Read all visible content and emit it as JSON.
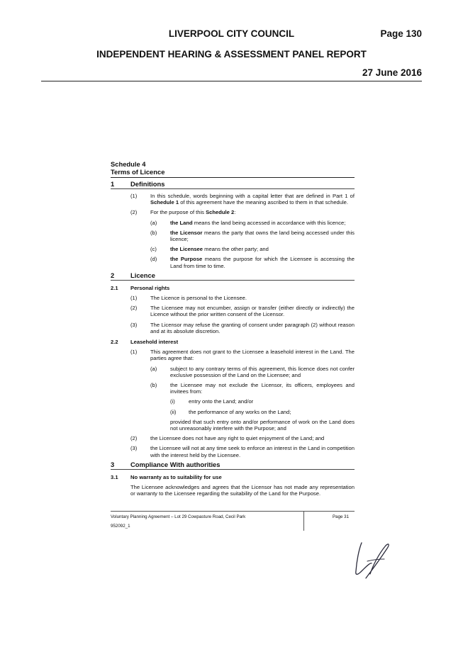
{
  "header": {
    "council": "LIVERPOOL CITY COUNCIL",
    "page": "Page 130",
    "panel": "INDEPENDENT HEARING & ASSESSMENT PANEL REPORT",
    "date": "27 June 2016"
  },
  "schedule": {
    "title1": "Schedule 4",
    "title2": "Terms of Licence"
  },
  "s1": {
    "num": "1",
    "title": "Definitions",
    "i1_lab": "(1)",
    "i1_text": "In this schedule, words beginning with a capital letter that are defined in Part 1 of Schedule 1 of this agreement have the meaning ascribed to them in that schedule.",
    "i2_lab": "(2)",
    "i2_text": "For the purpose of this Schedule 2:",
    "a_lab": "(a)",
    "a_term": "the Land",
    "a_text": " means the land being accessed in accordance with this licence;",
    "b_lab": "(b)",
    "b_term": "the Licensor",
    "b_text": " means the party that owns the land being accessed under this licence;",
    "c_lab": "(c)",
    "c_term": "the Licensee",
    "c_text": " means the other party; and",
    "d_lab": "(d)",
    "d_term": "the Purpose",
    "d_text": " means the purpose for which the Licensee is accessing the Land from time to time."
  },
  "s2": {
    "num": "2",
    "title": "Licence",
    "s21_num": "2.1",
    "s21_title": "Personal rights",
    "p1_lab": "(1)",
    "p1_text": "The Licence is personal to the Licensee.",
    "p2_lab": "(2)",
    "p2_text": "The Licensee may not encumber, assign or transfer (either directly or indirectly) the Licence without the prior written consent of the Licensor.",
    "p3_lab": "(3)",
    "p3_text": "The Licensor may refuse the granting of consent under paragraph (2) without reason and at its absolute discretion.",
    "s22_num": "2.2",
    "s22_title": "Leasehold interest",
    "l1_lab": "(1)",
    "l1_text": "This agreement does not grant to the Licensee a leasehold interest in the Land. The parties agree that:",
    "la_lab": "(a)",
    "la_text": "subject to any contrary terms of this agreement, this licence does not confer exclusive possession of the Land on the Licensee; and",
    "lb_lab": "(b)",
    "lb_text": "the Licensee may not exclude the Licensor, its officers, employees and invitees from:",
    "li_lab": "(i)",
    "li_text": "entry onto the Land; and/or",
    "lii_lab": "(ii)",
    "lii_text": "the performance of any works on the Land;",
    "proviso": "provided that such entry onto and/or performance of work on the Land does not unreasonably interfere with the Purpose; and",
    "l2_lab": "(2)",
    "l2_text": "the Licensee does not have any right to quiet enjoyment of the Land; and",
    "l3_lab": "(3)",
    "l3_text": "the Licensee will not at any time seek to enforce an interest in the Land in competition with the interest held by the Licensee."
  },
  "s3": {
    "num": "3",
    "title": "Compliance With authorities",
    "s31_num": "3.1",
    "s31_title": "No warranty as to suitability for use",
    "text": "The Licensee acknowledges and agrees that the Licensor has not made any representation or warranty to the Licensee regarding the suitability of the Land for the Purpose."
  },
  "footer": {
    "agreement": "Voluntary Planning Agreement – Lot 29 Cowpasture Road, Cecil Park",
    "ref": "952092_1",
    "page": "Page 31"
  },
  "icons": {
    "signature": "handwritten-signature"
  }
}
